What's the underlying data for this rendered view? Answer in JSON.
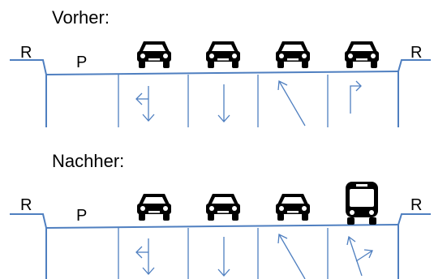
{
  "before": {
    "heading": "Vorher:",
    "left_label": "R",
    "parking_label": "P",
    "right_label": "R",
    "vehicles": [
      "car-icon",
      "car-icon",
      "car-icon",
      "car-icon"
    ],
    "lane_arrows": [
      "left-turn-arrow",
      "straight-arrow",
      "left-diagonal-arrow",
      "right-turn-arrow"
    ]
  },
  "after": {
    "heading": "Nachher:",
    "left_label": "R",
    "parking_label": "P",
    "right_label": "R",
    "vehicles": [
      "car-icon",
      "car-icon",
      "car-icon",
      "bus-icon"
    ],
    "lane_arrows": [
      "left-turn-arrow",
      "straight-arrow",
      "left-diagonal-arrow",
      "bus-left-right-arrow"
    ]
  },
  "colors": {
    "road": "#4f7fc0",
    "vehicle": "#000000",
    "text": "#000000"
  }
}
